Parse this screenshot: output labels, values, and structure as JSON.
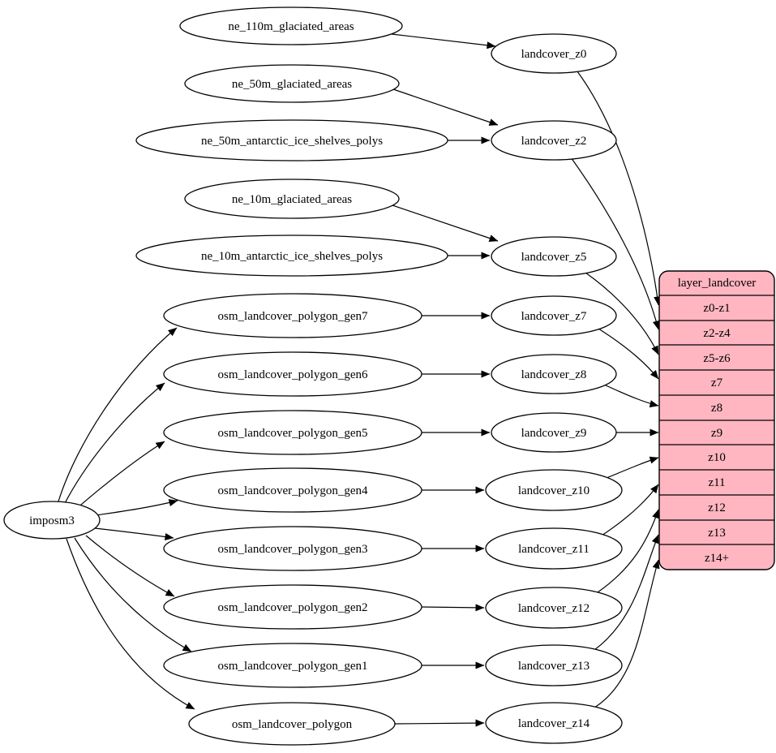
{
  "diagram": {
    "root": {
      "label": "imposm3"
    },
    "sources": [
      "ne_110m_glaciated_areas",
      "ne_50m_glaciated_areas",
      "ne_50m_antarctic_ice_shelves_polys",
      "ne_10m_glaciated_areas",
      "ne_10m_antarctic_ice_shelves_polys",
      "osm_landcover_polygon_gen7",
      "osm_landcover_polygon_gen6",
      "osm_landcover_polygon_gen5",
      "osm_landcover_polygon_gen4",
      "osm_landcover_polygon_gen3",
      "osm_landcover_polygon_gen2",
      "osm_landcover_polygon_gen1",
      "osm_landcover_polygon"
    ],
    "stages": [
      "landcover_z0",
      "landcover_z2",
      "landcover_z5",
      "landcover_z7",
      "landcover_z8",
      "landcover_z9",
      "landcover_z10",
      "landcover_z11",
      "landcover_z12",
      "landcover_z13",
      "landcover_z14"
    ],
    "table": {
      "title": "layer_landcover",
      "rows": [
        "z0-z1",
        "z2-z4",
        "z5-z6",
        "z7",
        "z8",
        "z9",
        "z10",
        "z11",
        "z12",
        "z13",
        "z14+"
      ]
    },
    "edges": [
      "imposm3 -> osm_landcover_polygon_gen7",
      "imposm3 -> osm_landcover_polygon_gen6",
      "imposm3 -> osm_landcover_polygon_gen5",
      "imposm3 -> osm_landcover_polygon_gen4",
      "imposm3 -> osm_landcover_polygon_gen3",
      "imposm3 -> osm_landcover_polygon_gen2",
      "imposm3 -> osm_landcover_polygon_gen1",
      "imposm3 -> osm_landcover_polygon",
      "ne_110m_glaciated_areas -> landcover_z0",
      "ne_50m_glaciated_areas -> landcover_z2",
      "ne_50m_antarctic_ice_shelves_polys -> landcover_z2",
      "ne_10m_glaciated_areas -> landcover_z5",
      "ne_10m_antarctic_ice_shelves_polys -> landcover_z5",
      "osm_landcover_polygon_gen7 -> landcover_z7",
      "osm_landcover_polygon_gen6 -> landcover_z8",
      "osm_landcover_polygon_gen5 -> landcover_z9",
      "osm_landcover_polygon_gen4 -> landcover_z10",
      "osm_landcover_polygon_gen3 -> landcover_z11",
      "osm_landcover_polygon_gen2 -> landcover_z12",
      "osm_landcover_polygon_gen1 -> landcover_z13",
      "osm_landcover_polygon -> landcover_z14",
      "landcover_z0 -> layer_landcover:z0-z1",
      "landcover_z2 -> layer_landcover:z2-z4",
      "landcover_z5 -> layer_landcover:z5-z6",
      "landcover_z7 -> layer_landcover:z7",
      "landcover_z8 -> layer_landcover:z8",
      "landcover_z9 -> layer_landcover:z9",
      "landcover_z10 -> layer_landcover:z10",
      "landcover_z11 -> layer_landcover:z11",
      "landcover_z12 -> layer_landcover:z12",
      "landcover_z13 -> layer_landcover:z13",
      "landcover_z14 -> layer_landcover:z14+"
    ],
    "colors": {
      "table_fill": "#ffb6c1",
      "node_fill": "#ffffff",
      "stroke": "#000000"
    }
  }
}
